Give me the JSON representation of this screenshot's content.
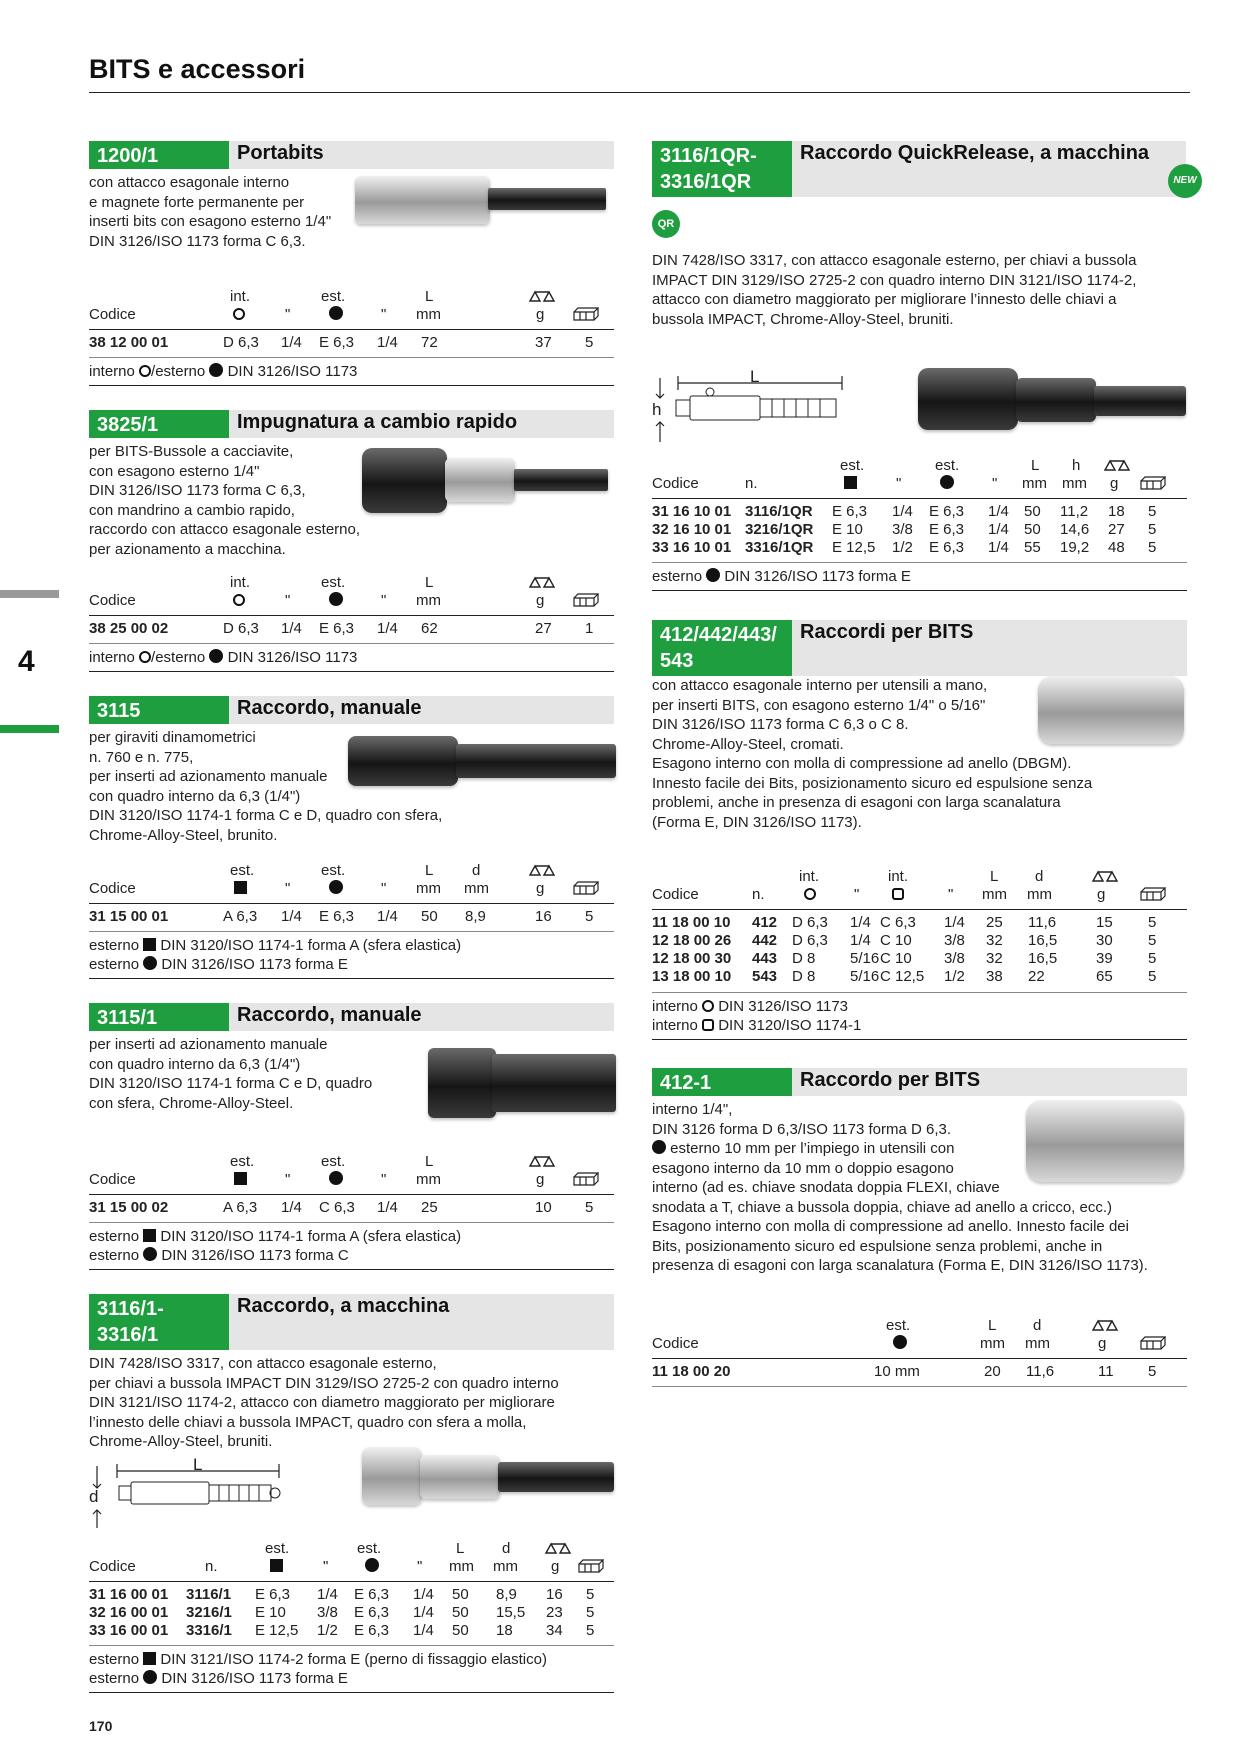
{
  "page": {
    "title": "BITS e accessori",
    "tab_number": "4",
    "page_number": "170"
  },
  "colors": {
    "accent": "#1e9e3e",
    "header_bg": "#e5e5e5"
  },
  "sections": {
    "s1200": {
      "code": "1200/1",
      "name": "Portabits",
      "desc": [
        "con attacco esagonale interno",
        "e magnete forte permanente per",
        "inserti bits con esagono esterno 1/4\"",
        "DIN 3126/ISO 1173 forma C 6,3."
      ],
      "h1": [
        "int.",
        "est.",
        "L"
      ],
      "h2": [
        "Codice",
        "\"",
        "\"",
        "mm",
        "g"
      ],
      "rows": [
        [
          "38 12 00 01",
          "D 6,3",
          "1/4",
          "E 6,3",
          "1/4",
          "72",
          "37",
          "5"
        ]
      ],
      "note": [
        "interno",
        "/esterno",
        "DIN 3126/ISO 1173"
      ]
    },
    "s3825": {
      "code": "3825/1",
      "name": "Impugnatura a cambio rapido",
      "desc": [
        "per BITS-Bussole a cacciavite,",
        "con esagono esterno 1/4\"",
        "DIN 3126/ISO 1173 forma C 6,3,",
        "con mandrino a cambio rapido,",
        "raccordo con attacco esagonale esterno,",
        "per azionamento a macchina."
      ],
      "h1": [
        "int.",
        "est.",
        "L"
      ],
      "h2": [
        "Codice",
        "\"",
        "\"",
        "mm",
        "g"
      ],
      "rows": [
        [
          "38 25 00 02",
          "D 6,3",
          "1/4",
          "E 6,3",
          "1/4",
          "62",
          "27",
          "1"
        ]
      ],
      "note": [
        "interno",
        "/esterno",
        "DIN 3126/ISO 1173"
      ]
    },
    "s3115": {
      "code": "3115",
      "name": "Raccordo, manuale",
      "desc": [
        "per giraviti dinamometrici",
        "n. 760 e n. 775,",
        "per inserti ad azionamento manuale",
        "con quadro interno da 6,3 (1/4\")",
        "DIN 3120/ISO 1174-1 forma C e D, quadro con sfera,",
        "Chrome-Alloy-Steel, brunito."
      ],
      "h1": [
        "est.",
        "est.",
        "L",
        "d"
      ],
      "h2": [
        "Codice",
        "\"",
        "\"",
        "mm",
        "mm",
        "g"
      ],
      "rows": [
        [
          "31 15 00 01",
          "A 6,3",
          "1/4",
          "E 6,3",
          "1/4",
          "50",
          "8,9",
          "16",
          "5"
        ]
      ],
      "notes": [
        [
          "esterno",
          "DIN 3120/ISO 1174-1 forma A (sfera elastica)"
        ],
        [
          "esterno",
          "DIN 3126/ISO 1173 forma E"
        ]
      ]
    },
    "s3115_1": {
      "code": "3115/1",
      "name": "Raccordo, manuale",
      "desc": [
        "per inserti ad azionamento manuale",
        "con quadro interno da 6,3 (1/4\")",
        "DIN 3120/ISO 1174-1 forma C e D, quadro",
        "con sfera, Chrome-Alloy-Steel."
      ],
      "h1": [
        "est.",
        "est.",
        "L"
      ],
      "h2": [
        "Codice",
        "\"",
        "\"",
        "mm",
        "g"
      ],
      "rows": [
        [
          "31 15 00 02",
          "A 6,3",
          "1/4",
          "C 6,3",
          "1/4",
          "25",
          "10",
          "5"
        ]
      ],
      "notes": [
        [
          "esterno",
          "DIN 3120/ISO 1174-1 forma A (sfera elastica)"
        ],
        [
          "esterno",
          "DIN 3126/ISO 1173 forma C"
        ]
      ]
    },
    "s3116": {
      "code1": "3116/1-",
      "code2": "3316/1",
      "name": "Raccordo, a macchina",
      "desc": [
        "DIN 7428/ISO 3317, con attacco esagonale esterno,",
        "per chiavi a bussola IMPACT DIN 3129/ISO 2725-2 con quadro interno",
        "DIN 3121/ISO 1174-2, attacco con diametro maggiorato per migliorare",
        "l’innesto delle chiavi a bussola IMPACT, quadro con sfera a molla,",
        "Chrome-Alloy-Steel, bruniti."
      ],
      "dimL": "L",
      "dimD": "d",
      "h1": [
        "est.",
        "est.",
        "L",
        "d"
      ],
      "h2": [
        "Codice",
        "n.",
        "\"",
        "\"",
        "mm",
        "mm",
        "g"
      ],
      "rows": [
        [
          "31 16 00 01",
          "3116/1",
          "E 6,3",
          "1/4",
          "E 6,3",
          "1/4",
          "50",
          "8,9",
          "16",
          "5"
        ],
        [
          "32 16 00 01",
          "3216/1",
          "E 10",
          "3/8",
          "E 6,3",
          "1/4",
          "50",
          "15,5",
          "23",
          "5"
        ],
        [
          "33 16 00 01",
          "3316/1",
          "E 12,5",
          "1/2",
          "E 6,3",
          "1/4",
          "50",
          "18",
          "34",
          "5"
        ]
      ],
      "notes": [
        [
          "esterno",
          "DIN 3121/ISO 1174-2 forma E (perno di fissaggio elastico)"
        ],
        [
          "esterno",
          "DIN 3126/ISO 1173 forma E"
        ]
      ]
    },
    "s3116qr": {
      "code1": "3116/1QR-",
      "code2": "3316/1QR",
      "name": "Raccordo QuickRelease, a macchina",
      "badge_qr": "QR",
      "badge_new": "NEW",
      "desc": [
        "DIN 7428/ISO 3317, con attacco esagonale esterno, per chiavi a bussola",
        "IMPACT DIN 3129/ISO 2725-2 con quadro interno DIN 3121/ISO 1174-2,",
        "attacco con diametro maggiorato per migliorare l’innesto delle chiavi a",
        "bussola IMPACT, Chrome-Alloy-Steel, bruniti."
      ],
      "dimL": "L",
      "dimH": "h",
      "h1": [
        "est.",
        "est.",
        "L",
        "h"
      ],
      "h2": [
        "Codice",
        "n.",
        "\"",
        "\"",
        "mm",
        "mm",
        "g"
      ],
      "rows": [
        [
          "31 16 10 01",
          "3116/1QR",
          "E 6,3",
          "1/4",
          "E 6,3",
          "1/4",
          "50",
          "11,2",
          "18",
          "5"
        ],
        [
          "32 16 10 01",
          "3216/1QR",
          "E 10",
          "3/8",
          "E 6,3",
          "1/4",
          "50",
          "14,6",
          "27",
          "5"
        ],
        [
          "33 16 10 01",
          "3316/1QR",
          "E 12,5",
          "1/2",
          "E 6,3",
          "1/4",
          "55",
          "19,2",
          "48",
          "5"
        ]
      ],
      "note": [
        "esterno",
        "DIN 3126/ISO 1173 forma E"
      ]
    },
    "s412": {
      "code1": "412/442/443/",
      "code2": "543",
      "name": "Raccordi per BITS",
      "desc": [
        "con attacco esagonale interno per utensili a mano,",
        "per inserti BITS, con esagono esterno 1/4\" o 5/16\"",
        "DIN 3126/ISO 1173 forma C 6,3 o C 8.",
        "Chrome-Alloy-Steel, cromati.",
        "Esagono interno con molla di compressione ad anello (DBGM).",
        "Innesto facile dei Bits, posizionamento sicuro ed espulsione senza",
        "problemi, anche in presenza di esagoni con larga scanalatura",
        "(Forma E, DIN 3126/ISO 1173)."
      ],
      "h1": [
        "int.",
        "int.",
        "L",
        "d"
      ],
      "h2": [
        "Codice",
        "n.",
        "\"",
        "\"",
        "mm",
        "mm",
        "g"
      ],
      "rows": [
        [
          "11 18 00 10",
          "412",
          "D 6,3",
          "1/4",
          "C 6,3",
          "1/4",
          "25",
          "11,6",
          "15",
          "5"
        ],
        [
          "12 18 00 26",
          "442",
          "D 6,3",
          "1/4",
          "C 10",
          "3/8",
          "32",
          "16,5",
          "30",
          "5"
        ],
        [
          "12 18 00 30",
          "443",
          "D 8",
          "5/16",
          "C 10",
          "3/8",
          "32",
          "16,5",
          "39",
          "5"
        ],
        [
          "13 18 00 10",
          "543",
          "D 8",
          "5/16",
          "C 12,5",
          "1/2",
          "38",
          "22",
          "65",
          "5"
        ]
      ],
      "notes": [
        [
          "interno",
          "DIN 3126/ISO 1173"
        ],
        [
          "interno",
          "DIN 3120/ISO 1174-1"
        ]
      ]
    },
    "s412_1": {
      "code": "412-1",
      "name": "Raccordo per BITS",
      "desc": [
        "interno  1/4\",",
        "DIN 3126 forma D 6,3/ISO 1173 forma D 6,3.",
        "  esterno 10 mm per l’impiego in utensili con",
        "esagono interno da 10 mm o doppio esagono",
        "interno (ad es. chiave snodata doppia FLEXI, chiave",
        "snodata a T, chiave a bussola doppia, chiave ad anello a cricco, ecc.)",
        "Esagono interno con molla di compressione ad anello. Innesto facile dei",
        "Bits, posizionamento sicuro ed espulsione senza problemi, anche in",
        "presenza di esagoni con larga scanalatura (Forma E, DIN 3126/ISO 1173)."
      ],
      "h1": [
        "est.",
        "L",
        "d"
      ],
      "h2": [
        "Codice",
        "mm",
        "mm",
        "g"
      ],
      "rows": [
        [
          "11 18 00 20",
          "10 mm",
          "20",
          "11,6",
          "11",
          "5"
        ]
      ]
    }
  }
}
